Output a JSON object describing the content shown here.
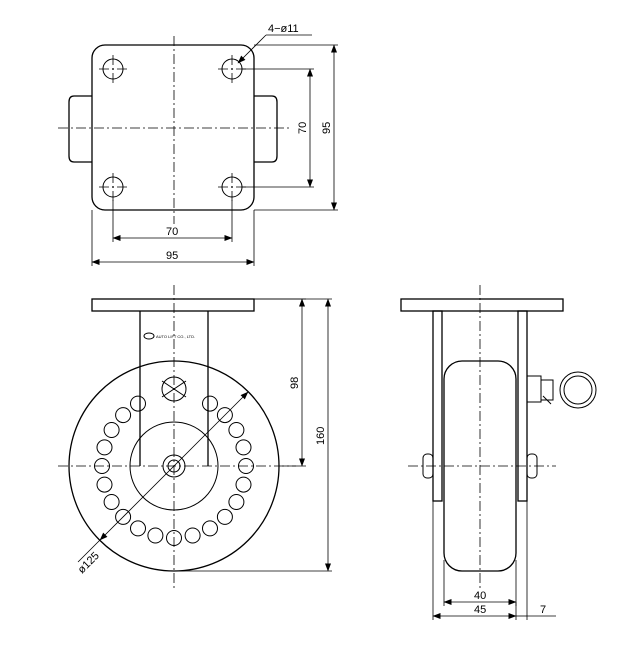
{
  "top_view": {
    "hole_callout": "4−ø11",
    "dim_hole_spacing_horizontal": "70",
    "dim_plate_width": "95",
    "dim_hole_spacing_vertical": "70",
    "dim_plate_height": "95"
  },
  "front_view": {
    "brand_text": "AUTO LIFT CO., LTD.",
    "dim_axle_height": "98",
    "dim_overall_height": "160",
    "dim_wheel_diameter": "ø125"
  },
  "side_view": {
    "dim_wheel_width": "40",
    "dim_fork_width": "45",
    "dim_stopper_offset": "7"
  }
}
